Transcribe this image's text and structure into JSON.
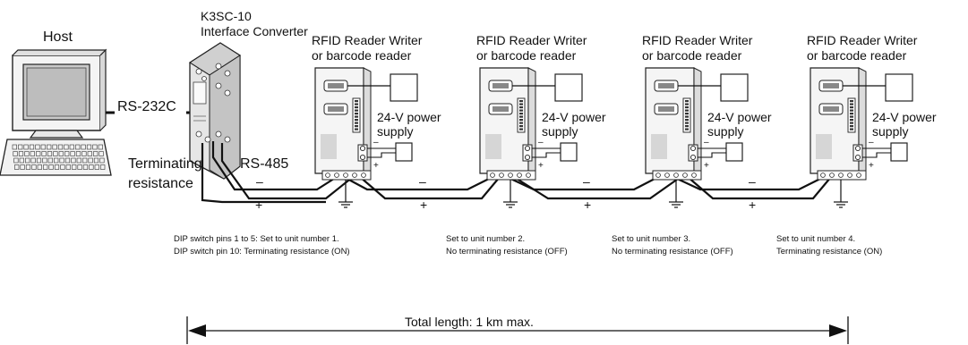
{
  "host": {
    "label": "Host"
  },
  "converter": {
    "model": "K3SC-10",
    "name": "Interface Converter"
  },
  "links": {
    "rs232c": "RS-232C",
    "rs485": "RS-485",
    "terminating_line1": "Terminating",
    "terminating_line2": "resistance",
    "minus": "–",
    "plus": "+"
  },
  "stations": [
    {
      "reader_line1": "RFID Reader Writer",
      "reader_line2": "or barcode reader",
      "power_line1": "24-V power",
      "power_line2": "supply",
      "note_line1": "DIP switch pins 1 to 5: Set to unit number 1.",
      "note_line2": "DIP switch pin 10: Terminating resistance (ON)"
    },
    {
      "reader_line1": "RFID Reader Writer",
      "reader_line2": "or barcode reader",
      "power_line1": "24-V power",
      "power_line2": "supply",
      "note_line1": "Set to unit number 2.",
      "note_line2": "No terminating resistance (OFF)"
    },
    {
      "reader_line1": "RFID Reader Writer",
      "reader_line2": "or barcode reader",
      "power_line1": "24-V power",
      "power_line2": "supply",
      "note_line1": "Set to unit number 3.",
      "note_line2": "No terminating resistance (OFF)"
    },
    {
      "reader_line1": "RFID Reader Writer",
      "reader_line2": "or barcode reader",
      "power_line1": "24-V power",
      "power_line2": "supply",
      "note_line1": "Set to unit number 4.",
      "note_line2": "Terminating resistance (ON)"
    }
  ],
  "total_length": "Total length: 1 km max."
}
